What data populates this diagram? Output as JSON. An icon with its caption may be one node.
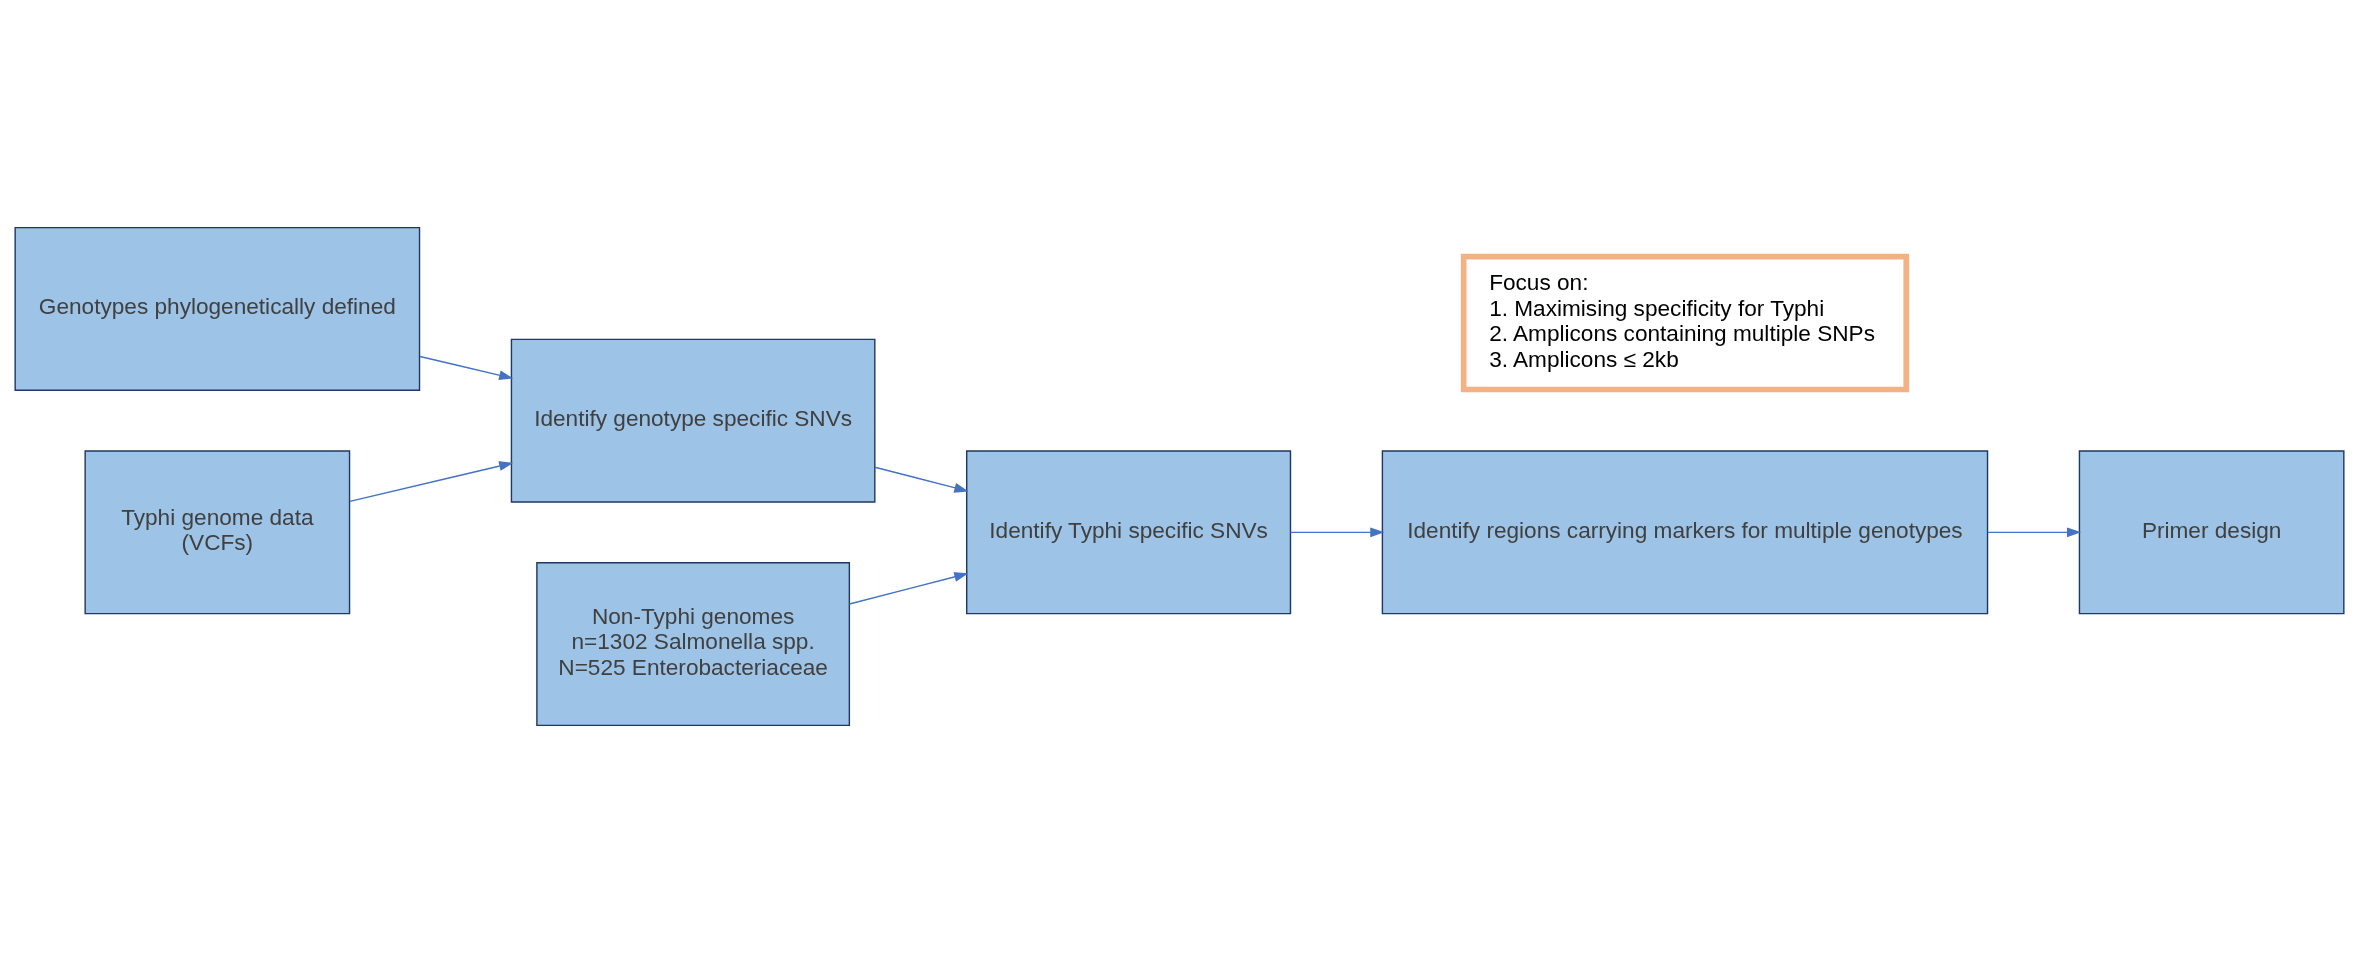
{
  "diagram": {
    "nodes": [
      {
        "text": [
          "Genotypes phylogenetically defined"
        ]
      },
      {
        "text": [
          "Focus on:",
          "1. Maximising specificity for Typhi",
          "2. Amplicons containing multiple SNPs",
          "3. Amplicons ≤ 2kb"
        ]
      },
      {
        "text": [
          "Typhi genome data",
          "(VCFs)"
        ]
      },
      {
        "text": [
          "Identify genotype specific SNVs"
        ]
      },
      {
        "text": [
          "Identify Typhi specific SNVs"
        ]
      },
      {
        "text": [
          "Identify regions carrying markers for multiple genotypes"
        ]
      },
      {
        "text": [
          "Primer design"
        ]
      },
      {
        "text": [
          "Non-Typhi genomes",
          "n=1302 Salmonella spp.",
          "N=525 Enterobacteriaceae"
        ]
      }
    ],
    "edges": [
      {
        "from": 0,
        "to": 3,
        "arrow": "to"
      },
      {
        "from": 2,
        "to": 3,
        "arrow": "to"
      },
      {
        "from": 3,
        "to": 4,
        "arrow": "to"
      },
      {
        "from": 4,
        "to": 5,
        "arrow": "to"
      },
      {
        "from": 5,
        "to": 6,
        "arrow": "to"
      },
      {
        "from": 7,
        "to": 4,
        "arrow": "to"
      }
    ]
  }
}
